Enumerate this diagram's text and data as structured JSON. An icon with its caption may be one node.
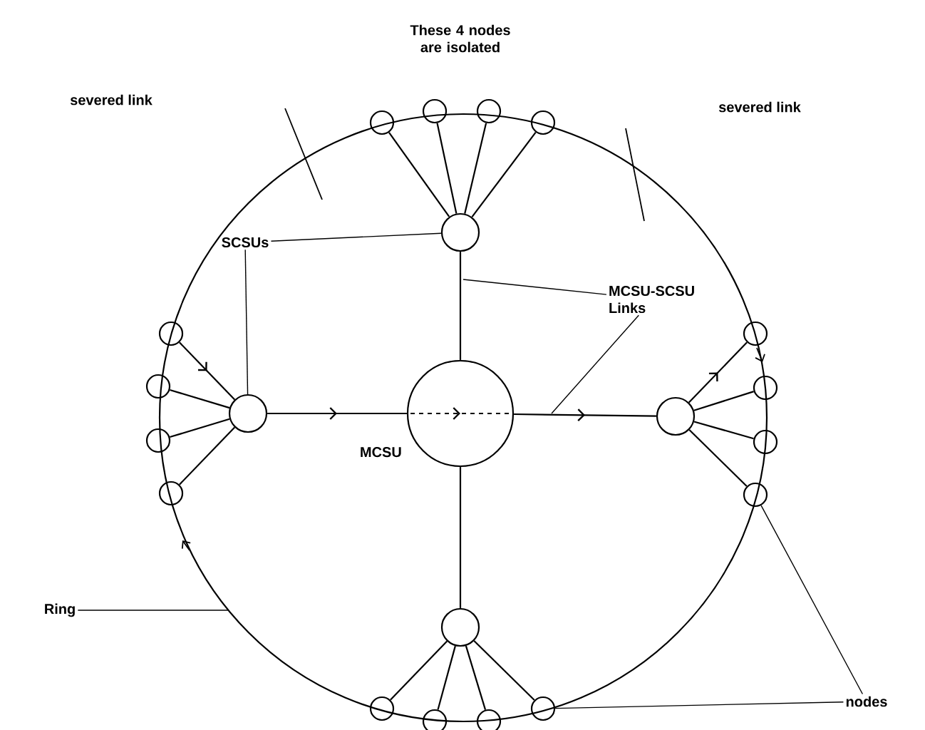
{
  "diagram": {
    "nodes": [
      {
        "text": [],
        "shape": "circle",
        "beside": [
          "MCSU"
        ]
      },
      {
        "text": [],
        "shape": "circle"
      },
      {
        "text": [],
        "shape": "circle"
      },
      {
        "text": [],
        "shape": "circle"
      },
      {
        "text": [],
        "shape": "circle"
      },
      {
        "text": [],
        "shape": "circle"
      },
      {
        "text": [],
        "shape": "circle"
      },
      {
        "text": [],
        "shape": "circle"
      },
      {
        "text": [],
        "shape": "circle"
      },
      {
        "text": [],
        "shape": "circle"
      },
      {
        "text": [],
        "shape": "circle"
      },
      {
        "text": [],
        "shape": "circle"
      },
      {
        "text": [],
        "shape": "circle"
      },
      {
        "text": [],
        "shape": "circle"
      },
      {
        "text": [],
        "shape": "circle"
      },
      {
        "text": [],
        "shape": "circle"
      },
      {
        "text": [],
        "shape": "circle"
      },
      {
        "text": [],
        "shape": "circle"
      },
      {
        "text": [],
        "shape": "circle"
      },
      {
        "text": [],
        "shape": "circle"
      },
      {
        "text": [],
        "shape": "circle"
      },
      {
        "text": [
          "SCSUs"
        ]
      },
      {
        "text": [
          "MCSU-SCSU Links"
        ]
      },
      {
        "text": [
          "Ring"
        ]
      },
      {
        "text": [
          "nodes"
        ]
      }
    ],
    "edges": [
      {
        "from": 2,
        "to": 0,
        "arrow": "to"
      },
      {
        "from": 0,
        "to": 3,
        "arrow": "to"
      },
      {
        "from": 1,
        "to": 0,
        "arrow": "none"
      },
      {
        "from": 0,
        "to": 4,
        "arrow": "none"
      },
      {
        "from": 5,
        "to": 1,
        "arrow": "none"
      },
      {
        "from": 6,
        "to": 1,
        "arrow": "none"
      },
      {
        "from": 7,
        "to": 1,
        "arrow": "none"
      },
      {
        "from": 8,
        "to": 1,
        "arrow": "none"
      },
      {
        "from": 9,
        "to": 2,
        "arrow": "to"
      },
      {
        "from": 10,
        "to": 2,
        "arrow": "none"
      },
      {
        "from": 11,
        "to": 2,
        "arrow": "none"
      },
      {
        "from": 12,
        "to": 2,
        "arrow": "none"
      },
      {
        "from": 3,
        "to": 13,
        "arrow": "to"
      },
      {
        "from": 3,
        "to": 14,
        "arrow": "none"
      },
      {
        "from": 3,
        "to": 15,
        "arrow": "none"
      },
      {
        "from": 3,
        "to": 16,
        "arrow": "none"
      },
      {
        "from": 4,
        "to": 17,
        "arrow": "none"
      },
      {
        "from": 4,
        "to": 18,
        "arrow": "none"
      },
      {
        "from": 4,
        "to": 19,
        "arrow": "none"
      },
      {
        "from": 4,
        "to": 20,
        "arrow": "none"
      },
      {
        "from": 21,
        "to": 1,
        "arrow": "none"
      },
      {
        "from": 21,
        "to": 2,
        "arrow": "none"
      },
      {
        "from": 22,
        "to": null,
        "arrow": "none"
      },
      {
        "from": 22,
        "to": null,
        "arrow": "none"
      },
      {
        "from": 23,
        "to": null,
        "arrow": "none"
      },
      {
        "from": 24,
        "to": 16,
        "arrow": "none"
      },
      {
        "from": 24,
        "to": 20,
        "arrow": "none"
      }
    ],
    "labels": [
      "These 4 nodes are isolated",
      "severed link",
      "severed link"
    ]
  }
}
